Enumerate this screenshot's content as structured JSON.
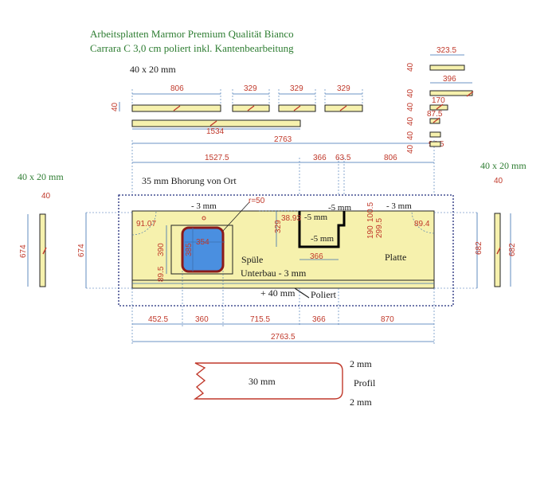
{
  "header": {
    "line1": "Arbeitsplatten Marmor Premium Qualität Bianco",
    "line2": "Carrara C 3,0 cm poliert inkl. Kantenbearbeitung"
  },
  "strips": {
    "group_label": "40 x 20 mm",
    "height_label": "40",
    "widths": [
      "806",
      "329",
      "329",
      "329"
    ],
    "long_width": "1534",
    "overall": "2763"
  },
  "small_parts": {
    "heights": [
      "40",
      "40",
      "40",
      "40",
      "40",
      "40"
    ],
    "widths": [
      "323.5",
      "396",
      "170",
      "87.5",
      "94.5"
    ]
  },
  "side_left": {
    "label": "40 x 20 mm",
    "width": "40",
    "length": "674"
  },
  "side_right": {
    "label": "40 x 20 mm",
    "width": "40",
    "length": "682"
  },
  "top_dims": [
    "1527.5",
    "366",
    "63.5",
    "806"
  ],
  "notes": {
    "bore": "35 mm Bhorung von Ort",
    "radius": "r=50",
    "minus3_left": "- 3 mm",
    "minus5_a": "-5 mm",
    "minus5_b": "-5 mm",
    "minus5_c": "-5 mm",
    "minus3_right": "- 3 mm",
    "spuele": "Spüle",
    "unterbau": "Unterbau - 3 mm",
    "plus40": "+ 40 mm",
    "poliert": "Poliert",
    "platte": "Platte"
  },
  "main_dims": {
    "left_height": "674",
    "right_height": "682",
    "corner_left": "91.07",
    "corner_right": "89.4",
    "sink_w": "354",
    "sink_h": "385",
    "sink_cut_h": "390",
    "sink_offset": "89.5",
    "notch_w": "366",
    "notch_d1": "329",
    "notch_d2": "38.93",
    "step_a": "190",
    "step_b": "100.5",
    "step_c": "299.5"
  },
  "bottom_dims": [
    "452.5",
    "360",
    "715.5",
    "366",
    "870"
  ],
  "bottom_total": "2763.5",
  "profile": {
    "thickness": "30 mm",
    "top": "2 mm",
    "label": "Profil",
    "bottom": "2 mm"
  },
  "colors": {
    "slab": "#f6f1ad",
    "dimension_text": "#c0392b",
    "dimension_line": "#3a6fb0",
    "heading": "#2e7d32",
    "sink": "#4a8fe0"
  }
}
